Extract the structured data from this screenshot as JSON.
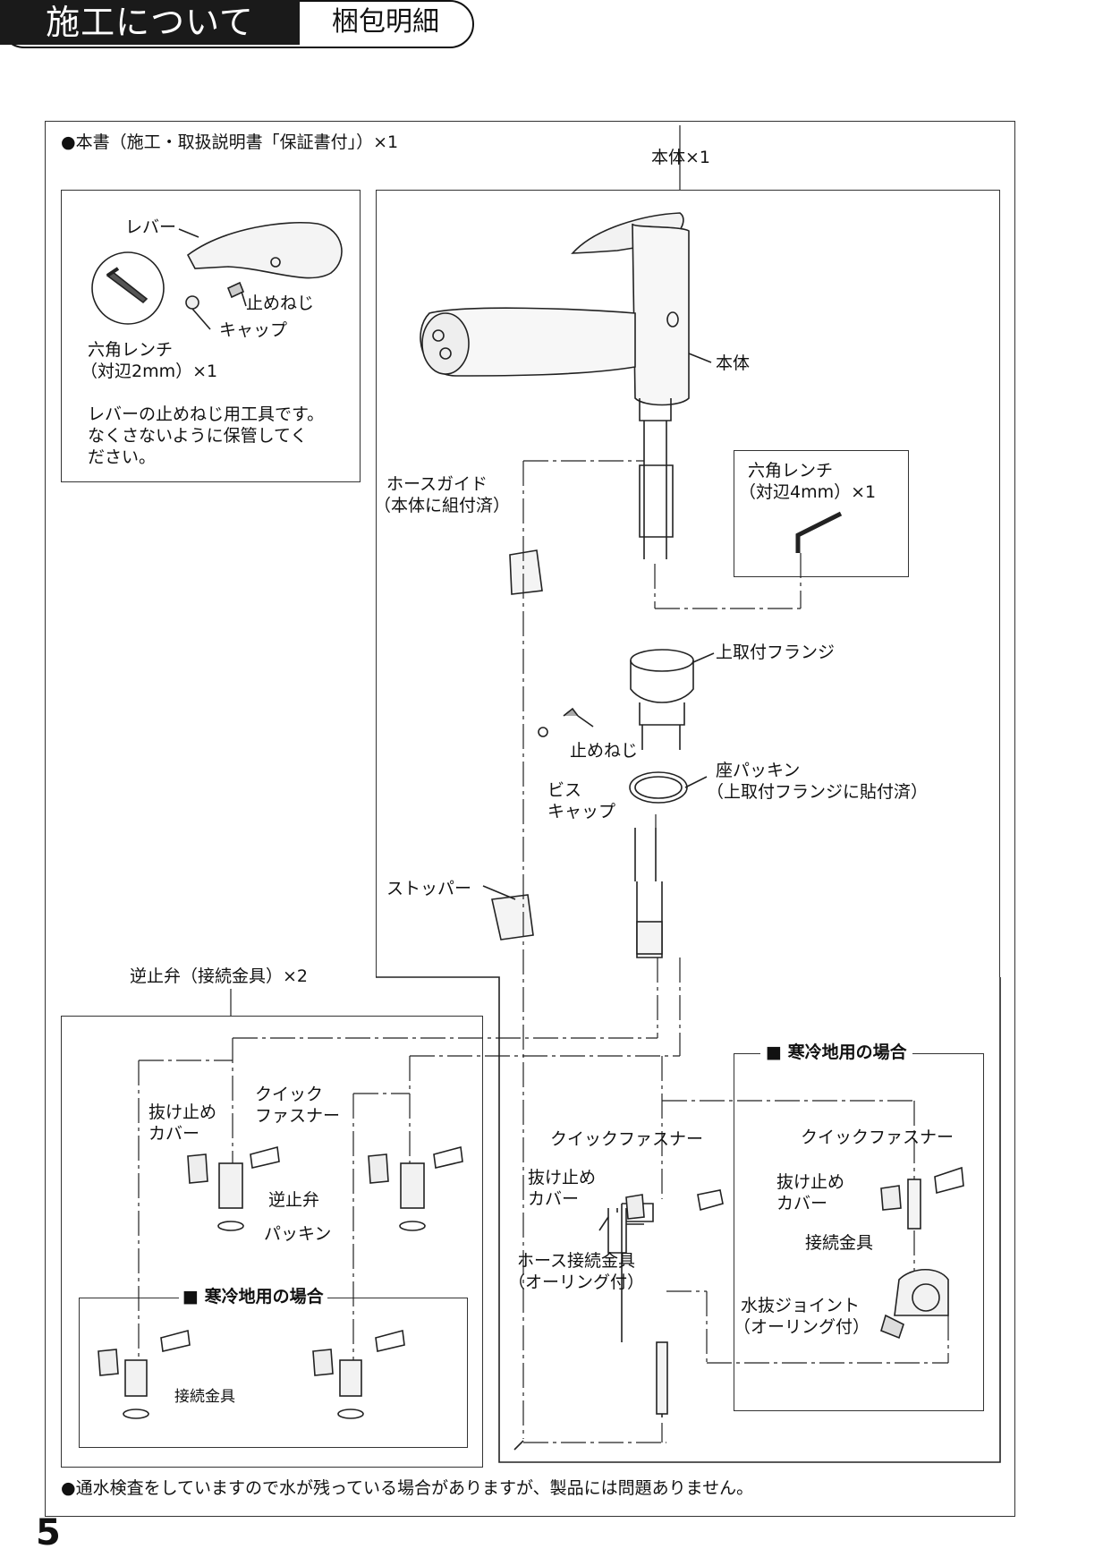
{
  "header": {
    "title": "施工について",
    "subtitle": "梱包明細"
  },
  "notes": {
    "manual": "●本書（施工・取扱説明書「保証書付」）×1",
    "footer": "●通水検査をしていますので水が残っている場合がありますが、製品には問題ありません。"
  },
  "left_box": {
    "lever": "レバー",
    "set_screw": "止めねじ",
    "cap": "キャップ",
    "wrench_line1": "六角レンチ",
    "wrench_line2": "（対辺2mm）×1",
    "desc_line1": "レバーの止めねじ用工具です。",
    "desc_line2": "なくさないように保管してく",
    "desc_line3": "ださい。"
  },
  "main": {
    "body_count": "本体×1",
    "body": "本体",
    "hose_guide_line1": "ホースガイド",
    "hose_guide_line2": "（本体に組付済）",
    "wrench4_line1": "六角レンチ",
    "wrench4_line2": "（対辺4mm）×1",
    "upper_flange": "上取付フランジ",
    "set_screw": "止めねじ",
    "screw_cap_line1": "ビス",
    "screw_cap_line2": "キャップ",
    "seat_packing_line1": "座パッキン",
    "seat_packing_line2": "（上取付フランジに貼付済）",
    "stopper": "ストッパー"
  },
  "check_valve_box": {
    "title": "逆止弁（接続金具）×2",
    "cover_line1": "抜け止め",
    "cover_line2": "カバー",
    "fastener_line1": "クイック",
    "fastener_line2": "ファスナー",
    "check_valve": "逆止弁",
    "packing": "パッキン",
    "cold_title": "■ 寒冷地用の場合",
    "fitting": "接続金具"
  },
  "hose_section": {
    "quick_fastener": "クイックファスナー",
    "cover_line1": "抜け止め",
    "cover_line2": "カバー",
    "hose_fitting_line1": "ホース接続金具",
    "hose_fitting_line2": "（オーリング付）"
  },
  "cold_box": {
    "title": "■ 寒冷地用の場合",
    "quick_fastener": "クイックファスナー",
    "cover_line1": "抜け止め",
    "cover_line2": "カバー",
    "fitting": "接続金具",
    "drain_joint_line1": "水抜ジョイント",
    "drain_joint_line2": "（オーリング付）"
  },
  "page_number": "5"
}
